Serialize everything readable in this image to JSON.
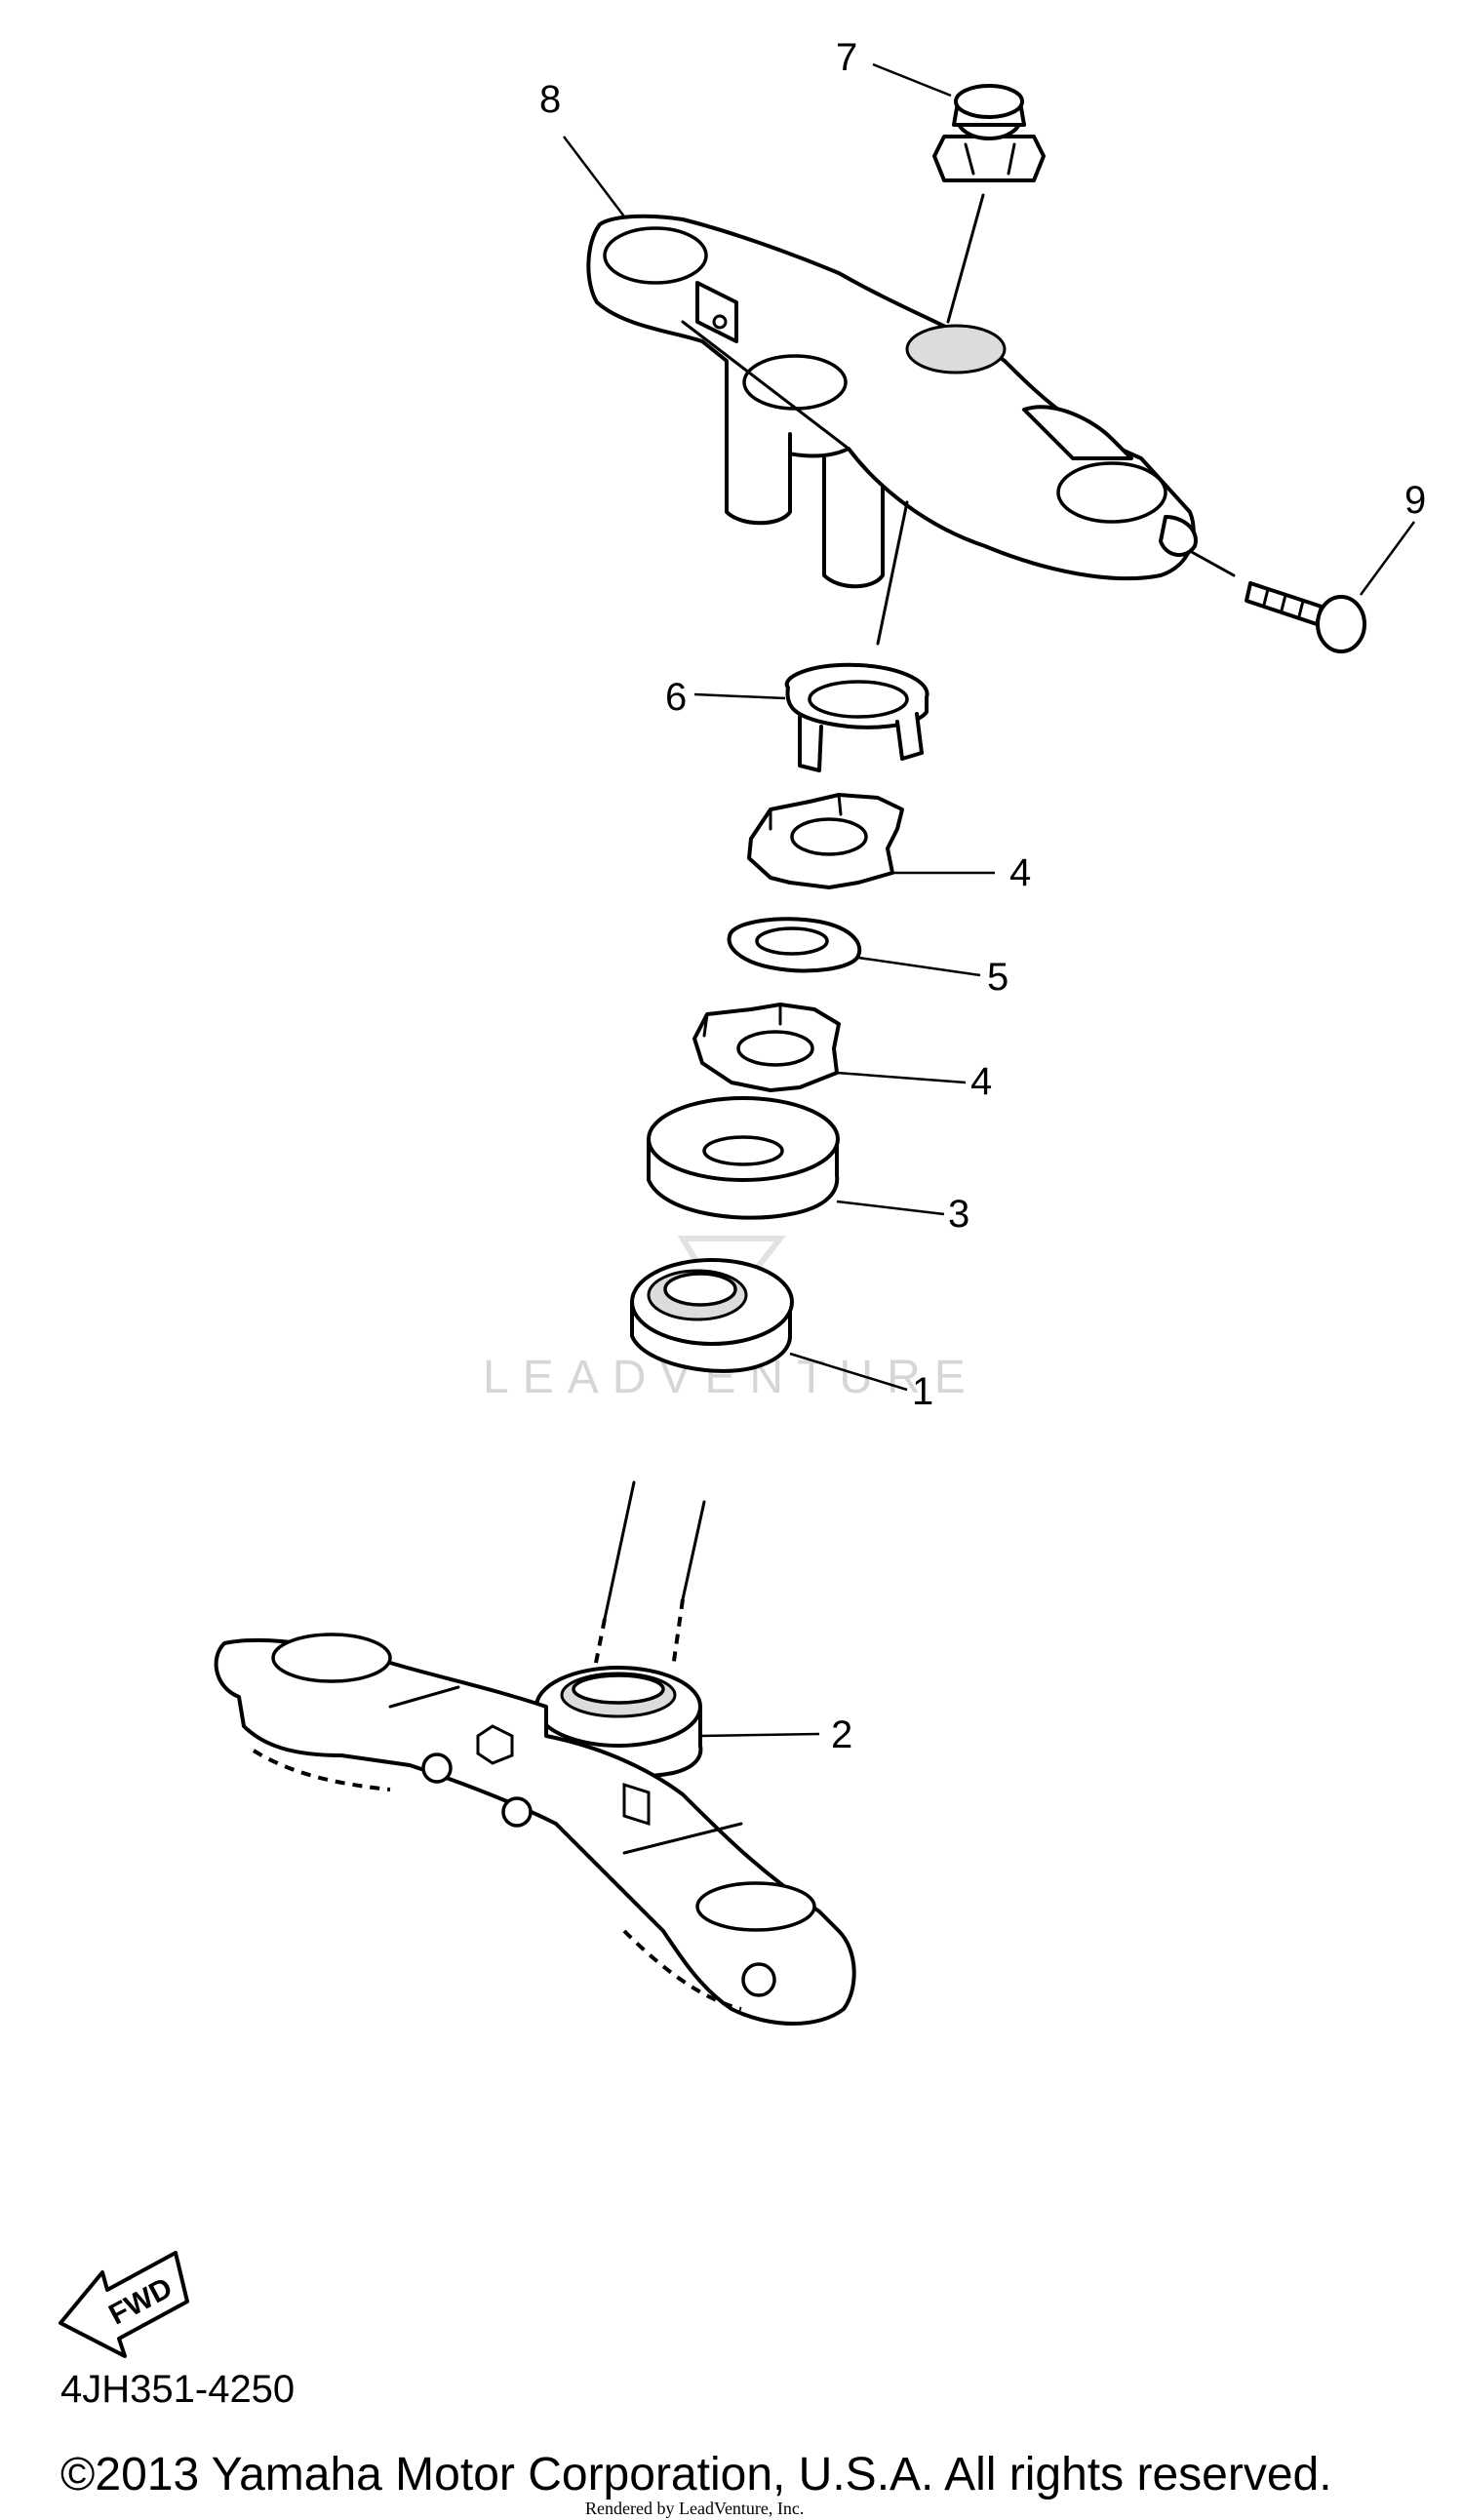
{
  "callouts": [
    {
      "number": "1",
      "part": "bearing"
    },
    {
      "number": "2",
      "part": "bearing (lower)"
    },
    {
      "number": "3",
      "part": "cover"
    },
    {
      "number": "4",
      "part": "ring nut"
    },
    {
      "number": "4",
      "part": "ring nut"
    },
    {
      "number": "5",
      "part": "washer"
    },
    {
      "number": "6",
      "part": "lock washer"
    },
    {
      "number": "7",
      "part": "nut"
    },
    {
      "number": "8",
      "part": "upper bracket"
    },
    {
      "number": "9",
      "part": "bolt"
    }
  ],
  "watermark": "LEADVENTURE",
  "fwd_label": "FWD",
  "diagram_code": "4JH351-4250",
  "copyright": "©2013 Yamaha Motor Corporation, U.S.A. All rights reserved.",
  "rendered_by": "Rendered by LeadVenture, Inc."
}
